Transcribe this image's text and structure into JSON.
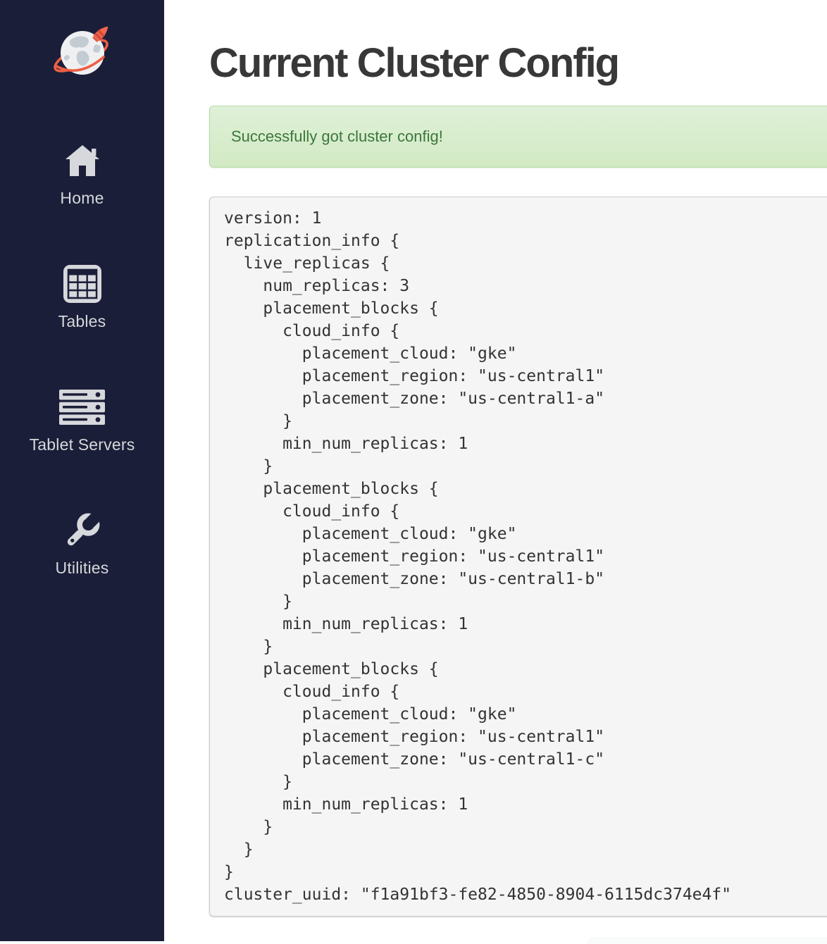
{
  "sidebar": {
    "logo_icon": "globe-rocket-logo",
    "items": [
      {
        "id": "home",
        "label": "Home",
        "icon": "home-icon"
      },
      {
        "id": "tables",
        "label": "Tables",
        "icon": "tables-grid-icon"
      },
      {
        "id": "tablet-servers",
        "label": "Tablet Servers",
        "icon": "servers-icon"
      },
      {
        "id": "utilities",
        "label": "Utilities",
        "icon": "wrench-icon"
      }
    ]
  },
  "main": {
    "title": "Current Cluster Config",
    "alert": {
      "type": "success",
      "message": "Successfully got cluster config!"
    },
    "config_text": "version: 1\nreplication_info {\n  live_replicas {\n    num_replicas: 3\n    placement_blocks {\n      cloud_info {\n        placement_cloud: \"gke\"\n        placement_region: \"us-central1\"\n        placement_zone: \"us-central1-a\"\n      }\n      min_num_replicas: 1\n    }\n    placement_blocks {\n      cloud_info {\n        placement_cloud: \"gke\"\n        placement_region: \"us-central1\"\n        placement_zone: \"us-central1-b\"\n      }\n      min_num_replicas: 1\n    }\n    placement_blocks {\n      cloud_info {\n        placement_cloud: \"gke\"\n        placement_region: \"us-central1\"\n        placement_zone: \"us-central1-c\"\n      }\n      min_num_replicas: 1\n    }\n  }\n}\ncluster_uuid: \"f1a91bf3-fe82-4850-8904-6115dc374e4f\"",
    "cluster_config": {
      "version": 1,
      "num_replicas": 3,
      "placement_cloud": "gke",
      "placement_region": "us-central1",
      "placement_zones": [
        "us-central1-a",
        "us-central1-b",
        "us-central1-c"
      ],
      "min_num_replicas_per_block": 1,
      "cluster_uuid": "f1a91bf3-fe82-4850-8904-6115dc374e4f"
    }
  },
  "colors": {
    "sidebar_bg": "#1b1e38",
    "accent_orange": "#ee5f44",
    "alert_bg_top": "#dff0d8",
    "alert_bg_bottom": "#d2eac4",
    "alert_border": "#b2dba1",
    "alert_text": "#3c763d",
    "pre_bg": "#f5f5f5",
    "pre_border": "#cccccc",
    "text_dark": "#333333"
  }
}
